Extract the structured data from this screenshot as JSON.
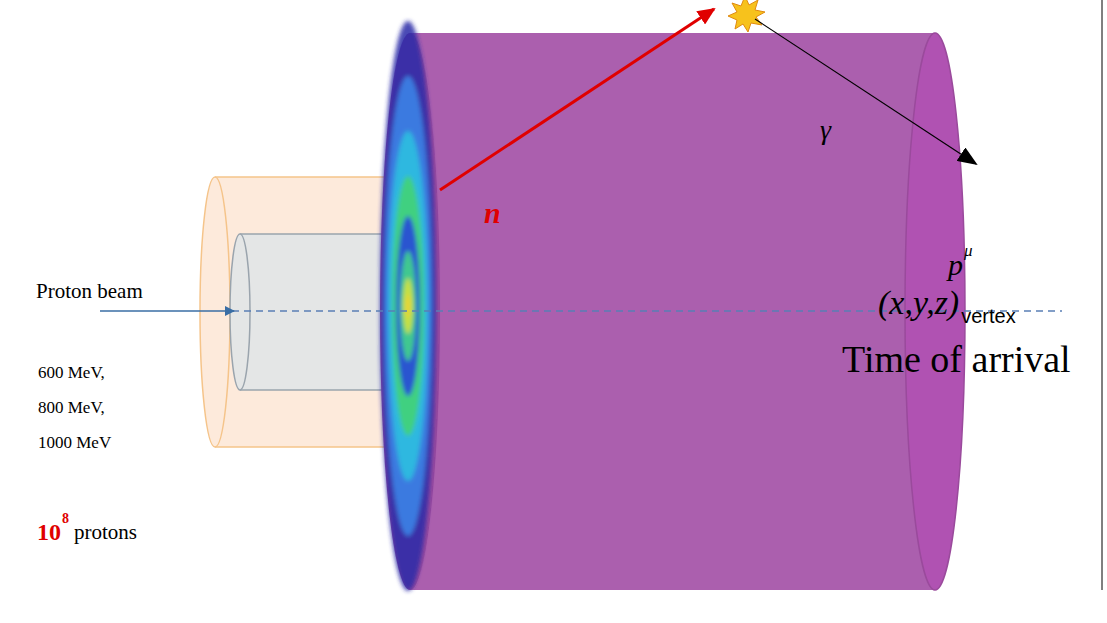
{
  "diagram": {
    "labels": [
      "Proton beam",
      "600 MeV,",
      "800 MeV,",
      "1000 MeV",
      "10",
      "8",
      "protons",
      "n",
      "γ",
      "p",
      "μ",
      "(x,y,z)",
      "vertex",
      "Time of arrival"
    ]
  }
}
